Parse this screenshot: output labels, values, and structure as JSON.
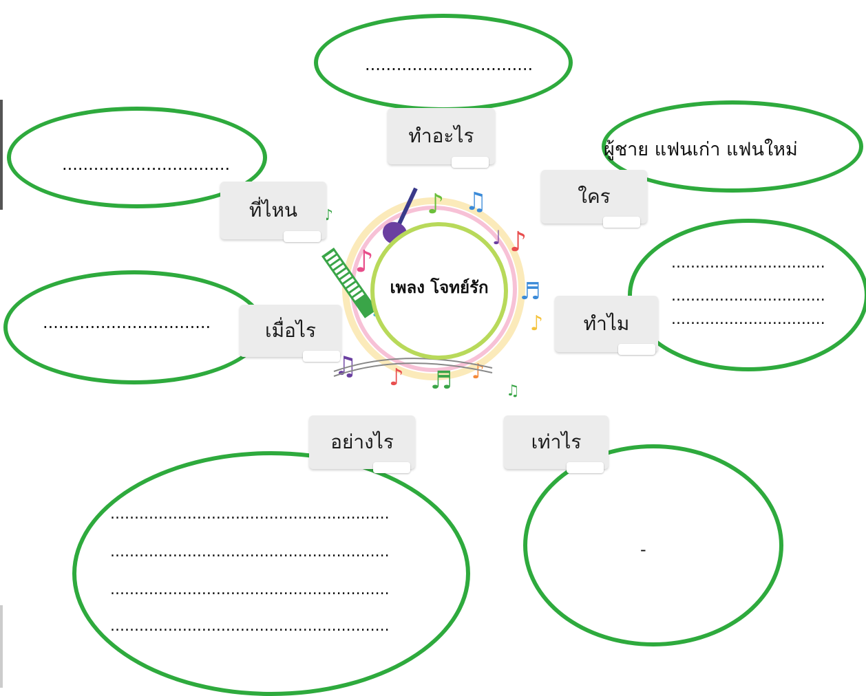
{
  "center": {
    "title": "เพลง โจทย์รัก"
  },
  "questions": {
    "what": "ทำอะไร",
    "who": "ใคร",
    "where": "ที่ไหน",
    "why": "ทำไม",
    "when": "เมื่อไร",
    "how": "อย่างไร",
    "howmuch": "เท่าไร"
  },
  "answers": {
    "what": "................................",
    "who": "ผู้ชาย แฟนเก่า แฟนใหม่",
    "where": "................................",
    "why": [
      "................................",
      "................................",
      "................................"
    ],
    "when": "................................",
    "how": [
      "..........................................................",
      "..........................................................",
      "..........................................................",
      ".........................................................."
    ],
    "howmuch": "-"
  },
  "colors": {
    "ellipse_border": "#2eaa3d",
    "box_bg": "#ececec"
  }
}
